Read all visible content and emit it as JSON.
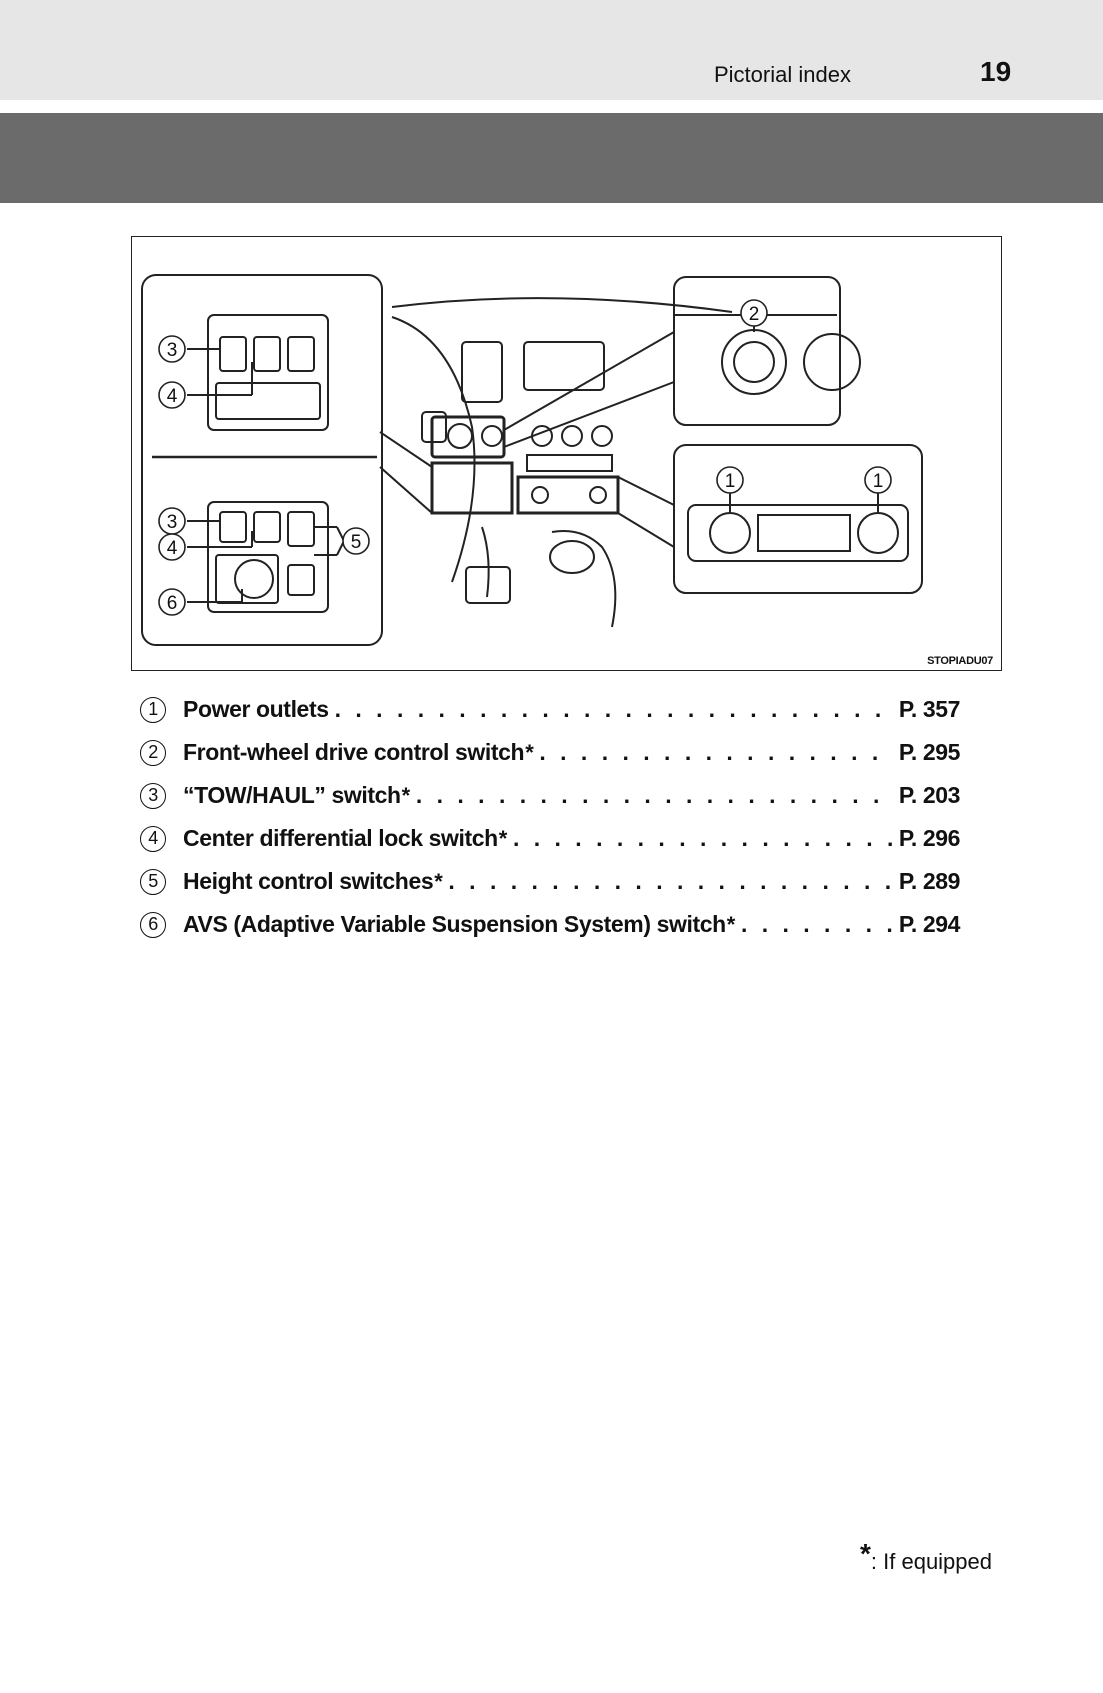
{
  "header": {
    "section_title": "Pictorial index",
    "page_number": "19"
  },
  "figure": {
    "code": "STOPIADU07",
    "callouts": [
      "1",
      "1",
      "2",
      "3",
      "4",
      "3",
      "4",
      "5",
      "6"
    ]
  },
  "items": [
    {
      "number": "1",
      "label": "Power outlets",
      "equipped_mark": "",
      "leader": ". . . . . . . . . . . . . . . . . . . . . . . . . . . . . . . . . . . . . . . . . . . . . . . .",
      "ref": "P. 357"
    },
    {
      "number": "2",
      "label": "Front-wheel drive control switch",
      "equipped_mark": "*",
      "leader": ". . . . . . . . . . . . . . . . . . . . . . . . . . . . . . . . . . . .",
      "ref": "P. 295"
    },
    {
      "number": "3",
      "label": "“TOW/HAUL” switch",
      "equipped_mark": "*",
      "leader": ". . . . . . . . . . . . . . . . . . . . . . . . . . . . . . . . . . . . . . . . . .",
      "ref": "P. 203"
    },
    {
      "number": "4",
      "label": "Center differential lock switch",
      "equipped_mark": "*",
      "leader": ". . . . . . . . . . . . . . . . . . . . . . . . . . . . . . . . . . . . .",
      "ref": "P. 296"
    },
    {
      "number": "5",
      "label": "Height control switches",
      "equipped_mark": "*",
      "leader": ". . . . . . . . . . . . . . . . . . . . . . . . . . . . . . . . . . . . . . . .",
      "ref": "P. 289"
    },
    {
      "number": "6",
      "label": "AVS (Adaptive Variable Suspension System) switch",
      "equipped_mark": "*",
      "leader": ". . . . . . . . . . . . .",
      "ref": "P. 294"
    }
  ],
  "footnote": {
    "mark": "*",
    "text": ": If equipped"
  }
}
